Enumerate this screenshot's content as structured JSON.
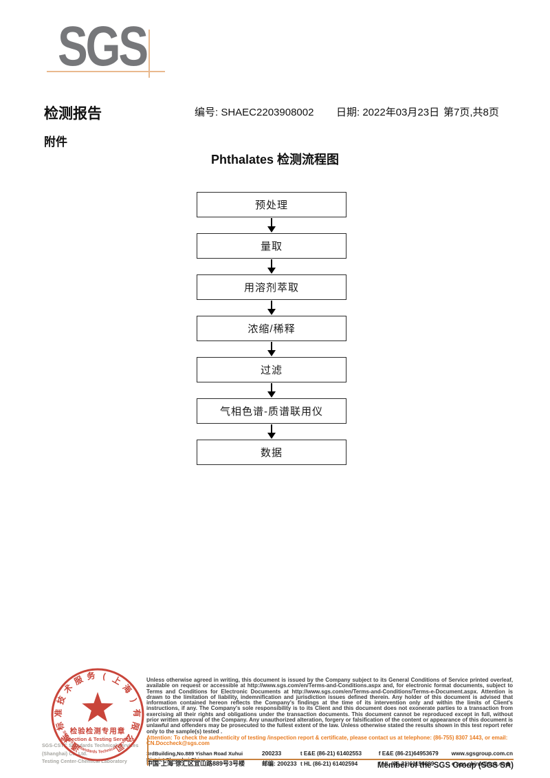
{
  "page": {
    "logo_text": "SGS"
  },
  "header": {
    "report_title": "检测报告",
    "report_no": "编号: SHAEC2203908002",
    "date": "日期: 2022年03月23日",
    "page_info": "第7页,共8页",
    "attachment_label": "附件"
  },
  "flowchart": {
    "title": "Phthalates 检测流程图",
    "steps": [
      "预处理",
      "量取",
      "用溶剂萃取",
      "浓缩/稀释",
      "过滤",
      "气相色谱-质谱联用仪",
      "数据"
    ]
  },
  "stamp": {
    "ring_text": "通标标准技术服务(上海)有限公司",
    "seal_line1": "检验检测专用章",
    "seal_line2": "Inspection & Testing Services",
    "arc_text": "SGS-CSTC Standards Technical Services",
    "company_line1": "SGS-CSTC Standards Technical Services (Shanghai) Co.,Ltd.",
    "company_line2": "Testing Center-Chemical Laboratory"
  },
  "footer": {
    "disclaimer": "Unless otherwise agreed in writing, this document is issued by the Company subject to its General Conditions of Service printed overleaf, available on request or accessible at http://www.sgs.com/en/Terms-and-Conditions.aspx and, for electronic format documents, subject to Terms and Conditions for Electronic Documents at http://www.sgs.com/en/Terms-and-Conditions/Terms-e-Document.aspx. Attention is drawn to the limitation of liability, indemnification and jurisdiction issues defined therein. Any holder of this document is advised that information contained hereon reflects the Company's findings at the time of its intervention only and within the limits of Client's instructions, if any. The Company's sole responsibility is to its Client and this document does not exonerate parties to a transaction from exercising all their rights and obligations under the transaction documents. This document cannot be reproduced except in full, without prior written approval of the Company. Any unauthorized alteration, forgery or falsification of the content or appearance of this document is unlawful and offenders may be prosecuted to the fullest extent of the law. Unless otherwise stated the results shown in this test report refer only to the sample(s) tested .",
    "attention": "Attention: To check the authenticity of testing /inspection report & certificate, please contact us at telephone: (86-755) 8307 1443, or email: CN.Doccheck@sgs.com",
    "contact_rows": [
      {
        "address": "3rdBuilding,No.889 Yishan Road Xuhui District,Shanghai China",
        "post": "200233",
        "tel": "t E&E (86-21) 61402553",
        "fax": "f E&E (86-21)64953679",
        "site": "www.sgsgroup.com.cn"
      },
      {
        "address": "中国·上海·徐汇区宜山路889号3号楼",
        "post": "邮编: 200233",
        "tel": "t HL (86-21) 61402594",
        "fax": "f HL (86-21)61156899",
        "site": "e  sgs.china@sgs.com"
      }
    ],
    "member": "Member of the SGS Group (SGS SA)"
  },
  "colors": {
    "accent_crosshair": "#E9B98E",
    "footer_rule": "#C9823E",
    "stamp_red": "#C5382C",
    "logo_gray": "#76777A",
    "attention_orange": "#E87A1E"
  }
}
